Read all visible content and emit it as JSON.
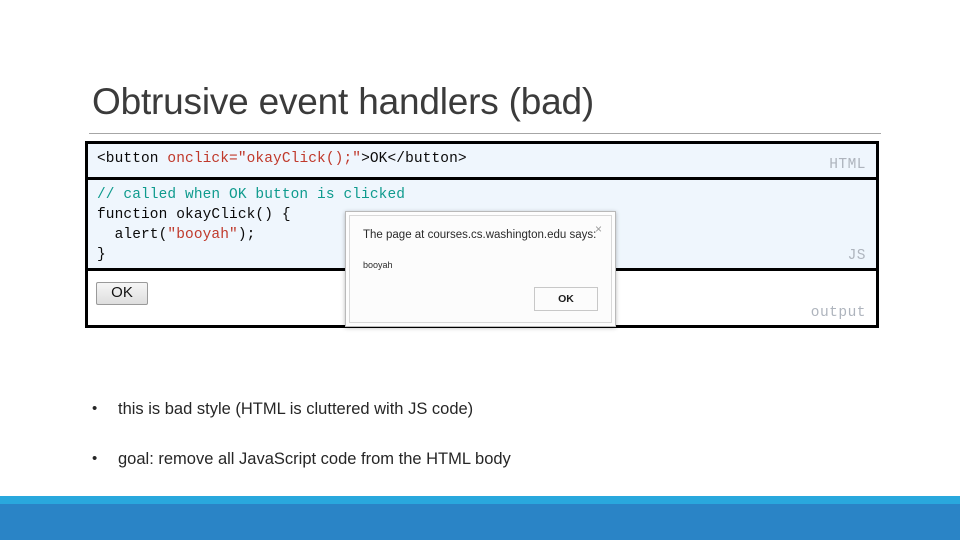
{
  "slide": {
    "title": "Obtrusive event handlers (bad)"
  },
  "code_panels": {
    "html": {
      "label": "HTML",
      "line_prefix": "<button ",
      "line_attr": "onclick=\"okayClick();\"",
      "line_suffix": ">OK</button>"
    },
    "js": {
      "label": "JS",
      "comment": "// called when OK button is clicked",
      "line_function": "function okayClick() {",
      "line_alert_call": "  alert(",
      "line_alert_string": "\"booyah\"",
      "line_alert_end": ");",
      "line_close": "}"
    },
    "output": {
      "label": "output",
      "button_label": "OK"
    }
  },
  "alert_dialog": {
    "title": "The page at courses.cs.washington.edu says:",
    "message": "booyah",
    "ok_label": "OK",
    "close_icon": "×"
  },
  "bullets": [
    {
      "marker": "•",
      "text": "this is bad style (HTML is cluttered with JS code)"
    },
    {
      "marker": "•",
      "text": "goal: remove all JavaScript code from the HTML body"
    }
  ],
  "theme": {
    "accent_light": "#29a8dd",
    "accent_dark": "#2a84c6",
    "code_bg": "#eff6fd",
    "label_gray": "#aeb4bd",
    "code_red": "#c0392b",
    "code_teal": "#0f9b8e",
    "title_gray": "#3b3b3b"
  }
}
